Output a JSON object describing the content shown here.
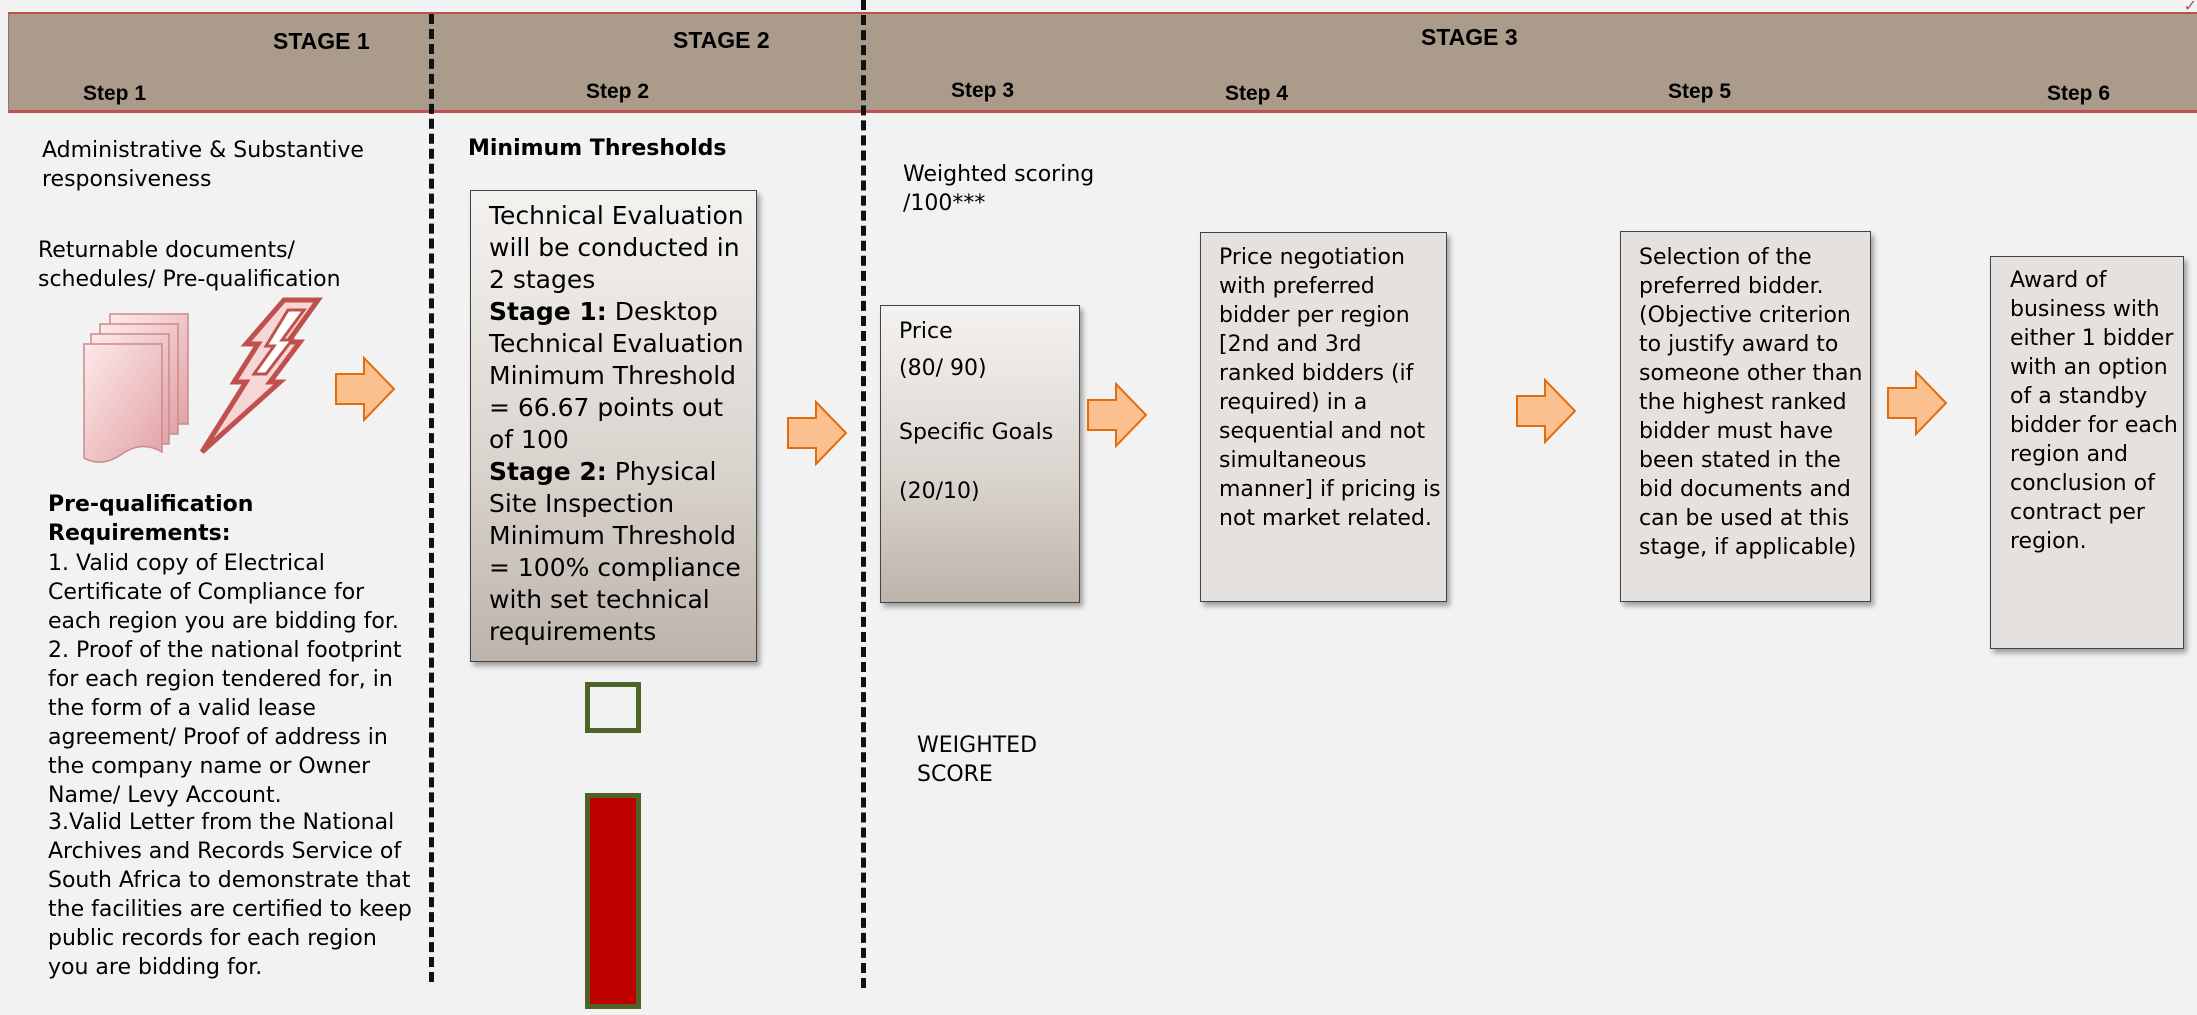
{
  "header": {
    "stages": [
      "STAGE 1",
      "STAGE 2",
      "STAGE 3"
    ],
    "steps": [
      "Step 1",
      "Step 2",
      "Step 3",
      "Step 4",
      "Step 5",
      "Step 6"
    ]
  },
  "step1": {
    "heading": "Administrative & Substantive responsiveness",
    "returnables": "Returnable documents/ schedules/  Pre-qualification",
    "prequal_title": "Pre-qualification Requirements:",
    "req1": "1. Valid copy of Electrical Certificate of Compliance for each region you are bidding for.",
    "req2": "2. Proof of the national footprint for each region tendered for, in the form of a valid lease agreement/ Proof of address in the company name or Owner Name/ Levy Account.",
    "req3": "3.Valid Letter from the National Archives and Records Service of South Africa to demonstrate that the facilities are certified to keep public records for each region you are bidding for."
  },
  "step2": {
    "heading": "Minimum Thresholds",
    "intro": "Technical Evaluation will be conducted in 2 stages",
    "s1_label": "Stage 1:",
    "s1_text": " Desktop Technical Evaluation Minimum Threshold = 66.67 points out of 100",
    "s2_label": "Stage 2:",
    "s2_text": " Physical Site Inspection Minimum Threshold = 100% compliance with set technical requirements"
  },
  "step3": {
    "heading": "Weighted scoring /100***",
    "price": "Price",
    "price_ratio": "(80/ 90)",
    "goals": "Specific Goals",
    "goals_ratio": "(20/10)",
    "weighted_score": "WEIGHTED SCORE"
  },
  "step4": {
    "text": "Price negotiation with preferred bidder per region [2nd and 3rd ranked bidders (if required) in a sequential and not simultaneous manner] if pricing is not market related."
  },
  "step5": {
    "text": "Selection of the preferred bidder. (Objective criterion to justify award to someone other than the highest ranked bidder must have been stated in the bid documents and can be used at this stage, if applicable)"
  },
  "step6": {
    "text": "Award of business with either 1 bidder with an option of a standby bidder for each region and conclusion of contract per region."
  },
  "colors": {
    "header": "#ab9b8b",
    "header_border": "#c0504d",
    "arrow_fill": "#fac090",
    "arrow_stroke": "#e46c0a",
    "bar_fill": "#c00000",
    "bar_border": "#4f6228"
  }
}
